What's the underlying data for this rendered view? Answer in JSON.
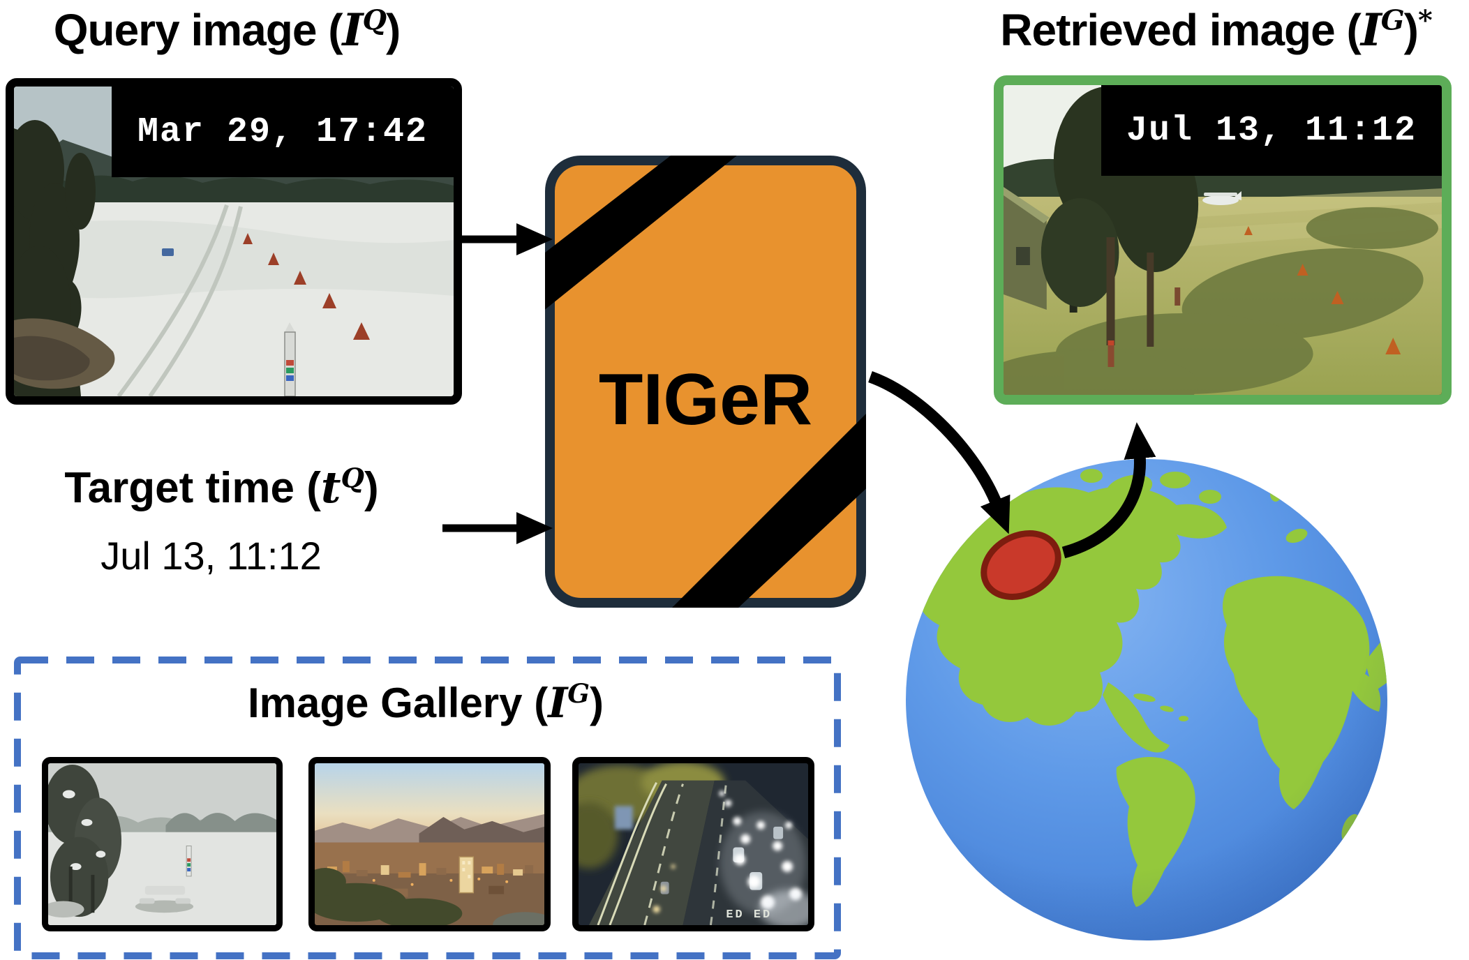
{
  "query": {
    "title_prefix": "Query image (",
    "title_symbol": "I",
    "title_sup": "Q",
    "title_close": ")",
    "timestamp": "Mar 29, 17:42"
  },
  "target_time": {
    "title_prefix": "Target time (",
    "title_symbol": "t",
    "title_sup": "Q",
    "title_close": ")",
    "value": "Jul 13, 11:12"
  },
  "model": {
    "label": "TIGeR"
  },
  "retrieved": {
    "title_prefix": "Retrieved image (",
    "title_symbol": "I",
    "title_sup": "G",
    "title_close": ")",
    "title_star": "*",
    "timestamp": "Jul 13, 11:12"
  },
  "gallery": {
    "title_prefix": "Image Gallery (",
    "title_symbol": "I",
    "title_sup": "G",
    "title_close": ")",
    "road_text": "ED ED"
  },
  "colors": {
    "model_fill": "#E8922E",
    "model_border": "#1E2D3B",
    "retrieved_border": "#5DAD58",
    "gallery_dash_border": "#4472C4",
    "globe_ocean": "#4A86DC",
    "globe_land": "#94C83C",
    "marker_red": "#C9392A",
    "stripe_black": "#000000"
  }
}
